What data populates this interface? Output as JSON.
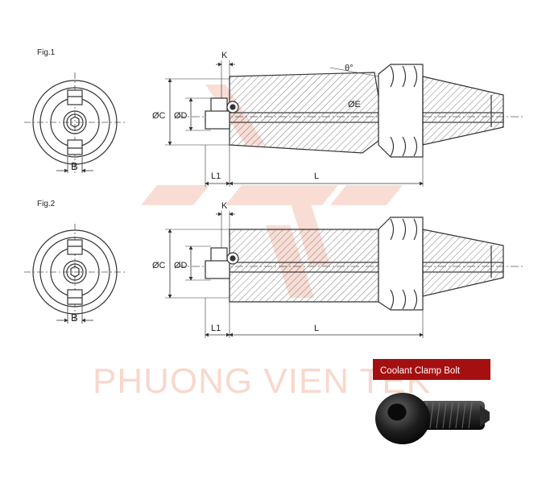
{
  "watermark": {
    "text": "PHUONG VIEN TEK",
    "color": "#f3b9a6"
  },
  "figures": [
    {
      "title": "Fig.1",
      "dims": {
        "C": "ØC",
        "D": "ØD",
        "E": "ØE",
        "theta": "θ°",
        "K": "K",
        "L1": "L1",
        "L": "L",
        "B": "B"
      }
    },
    {
      "title": "Fig.2",
      "dims": {
        "C": "ØC",
        "D": "ØD",
        "K": "K",
        "L1": "L1",
        "L": "L",
        "B": "B"
      }
    }
  ],
  "coolant": {
    "label": "Coolant Clamp Bolt",
    "badge_color": "#a40f0f"
  },
  "colors": {
    "line": "#333333",
    "hatch": "#888888",
    "center": "#555555"
  }
}
